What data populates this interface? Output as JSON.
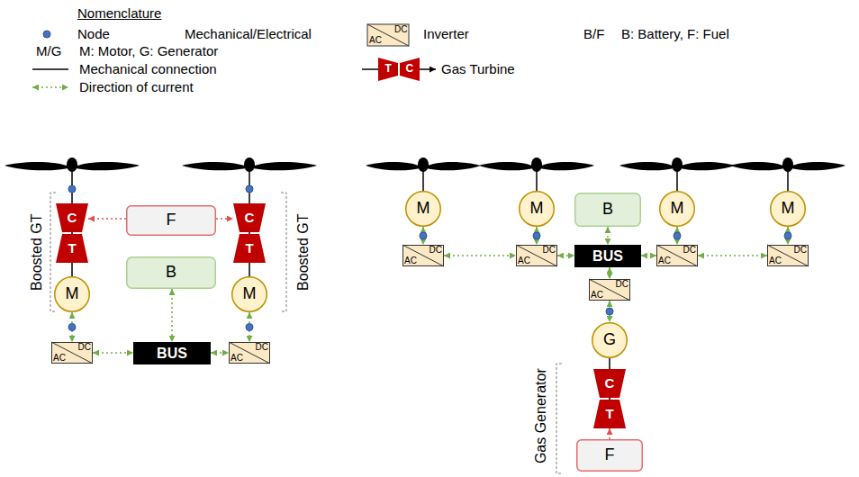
{
  "diagram": {
    "nodes": [
      {
        "text": [
          "C"
        ]
      },
      {
        "text": [
          "T"
        ]
      },
      {
        "text": [
          "F"
        ]
      },
      {
        "text": [
          "C"
        ]
      },
      {
        "text": [
          "T"
        ]
      },
      {
        "text": [
          "B"
        ]
      },
      {
        "text": [
          "M"
        ]
      },
      {
        "text": [
          "M"
        ]
      },
      {
        "text": [
          "AC",
          "DC"
        ]
      },
      {
        "text": [
          "BUS"
        ]
      },
      {
        "text": [
          "AC",
          "DC"
        ]
      },
      {
        "text": [
          "M"
        ]
      },
      {
        "text": [
          "M"
        ]
      },
      {
        "text": [
          "B"
        ]
      },
      {
        "text": [
          "M"
        ]
      },
      {
        "text": [
          "M"
        ]
      },
      {
        "text": [
          "AC",
          "DC"
        ]
      },
      {
        "text": [
          "AC",
          "DC"
        ]
      },
      {
        "text": [
          "BUS"
        ]
      },
      {
        "text": [
          "AC",
          "DC"
        ]
      },
      {
        "text": [
          "AC",
          "DC"
        ]
      },
      {
        "text": [
          "AC",
          "DC"
        ]
      },
      {
        "text": [
          "G"
        ]
      },
      {
        "text": [
          "C"
        ]
      },
      {
        "text": [
          "T"
        ]
      },
      {
        "text": [
          "F"
        ]
      }
    ],
    "edges": [
      {
        "from": 2,
        "to": 0,
        "arrow": "to"
      },
      {
        "from": 2,
        "to": 3,
        "arrow": "to"
      },
      {
        "from": 0,
        "to": 1,
        "arrow": "none"
      },
      {
        "from": 1,
        "to": 6,
        "arrow": "none"
      },
      {
        "from": 3,
        "to": 4,
        "arrow": "none"
      },
      {
        "from": 4,
        "to": 7,
        "arrow": "none"
      },
      {
        "from": 6,
        "to": 8,
        "arrow": "both"
      },
      {
        "from": 8,
        "to": 9,
        "arrow": "both"
      },
      {
        "from": 9,
        "to": 10,
        "arrow": "both"
      },
      {
        "from": 7,
        "to": 10,
        "arrow": "both"
      },
      {
        "from": 5,
        "to": 9,
        "arrow": "both"
      },
      {
        "from": 11,
        "to": 16,
        "arrow": "both"
      },
      {
        "from": 12,
        "to": 17,
        "arrow": "both"
      },
      {
        "from": 14,
        "to": 19,
        "arrow": "both"
      },
      {
        "from": 15,
        "to": 20,
        "arrow": "both"
      },
      {
        "from": 16,
        "to": 17,
        "arrow": "both"
      },
      {
        "from": 17,
        "to": 18,
        "arrow": "both"
      },
      {
        "from": 18,
        "to": 19,
        "arrow": "both"
      },
      {
        "from": 19,
        "to": 20,
        "arrow": "both"
      },
      {
        "from": 13,
        "to": 18,
        "arrow": "both"
      },
      {
        "from": 18,
        "to": 21,
        "arrow": "both"
      },
      {
        "from": 21,
        "to": 22,
        "arrow": "both"
      },
      {
        "from": 22,
        "to": 23,
        "arrow": "none"
      },
      {
        "from": 23,
        "to": 24,
        "arrow": "none"
      },
      {
        "from": 25,
        "to": 24,
        "arrow": "to"
      }
    ],
    "labels": [
      "Nomenclature",
      "Mechanical/Electrical",
      "M/G",
      "M: Motor, G: Generator",
      "AC",
      "DC",
      "B/F",
      "B: Battery, F: Fuel",
      "T",
      "C",
      "Boosted GT",
      "Boosted GT",
      "Gas Generator"
    ],
    "legend": [
      {
        "text": "Node"
      },
      {
        "text": "Mechanical connection"
      },
      {
        "text": "Direction of current"
      },
      {
        "text": "Inverter"
      },
      {
        "text": "Gas Turbine"
      }
    ]
  }
}
